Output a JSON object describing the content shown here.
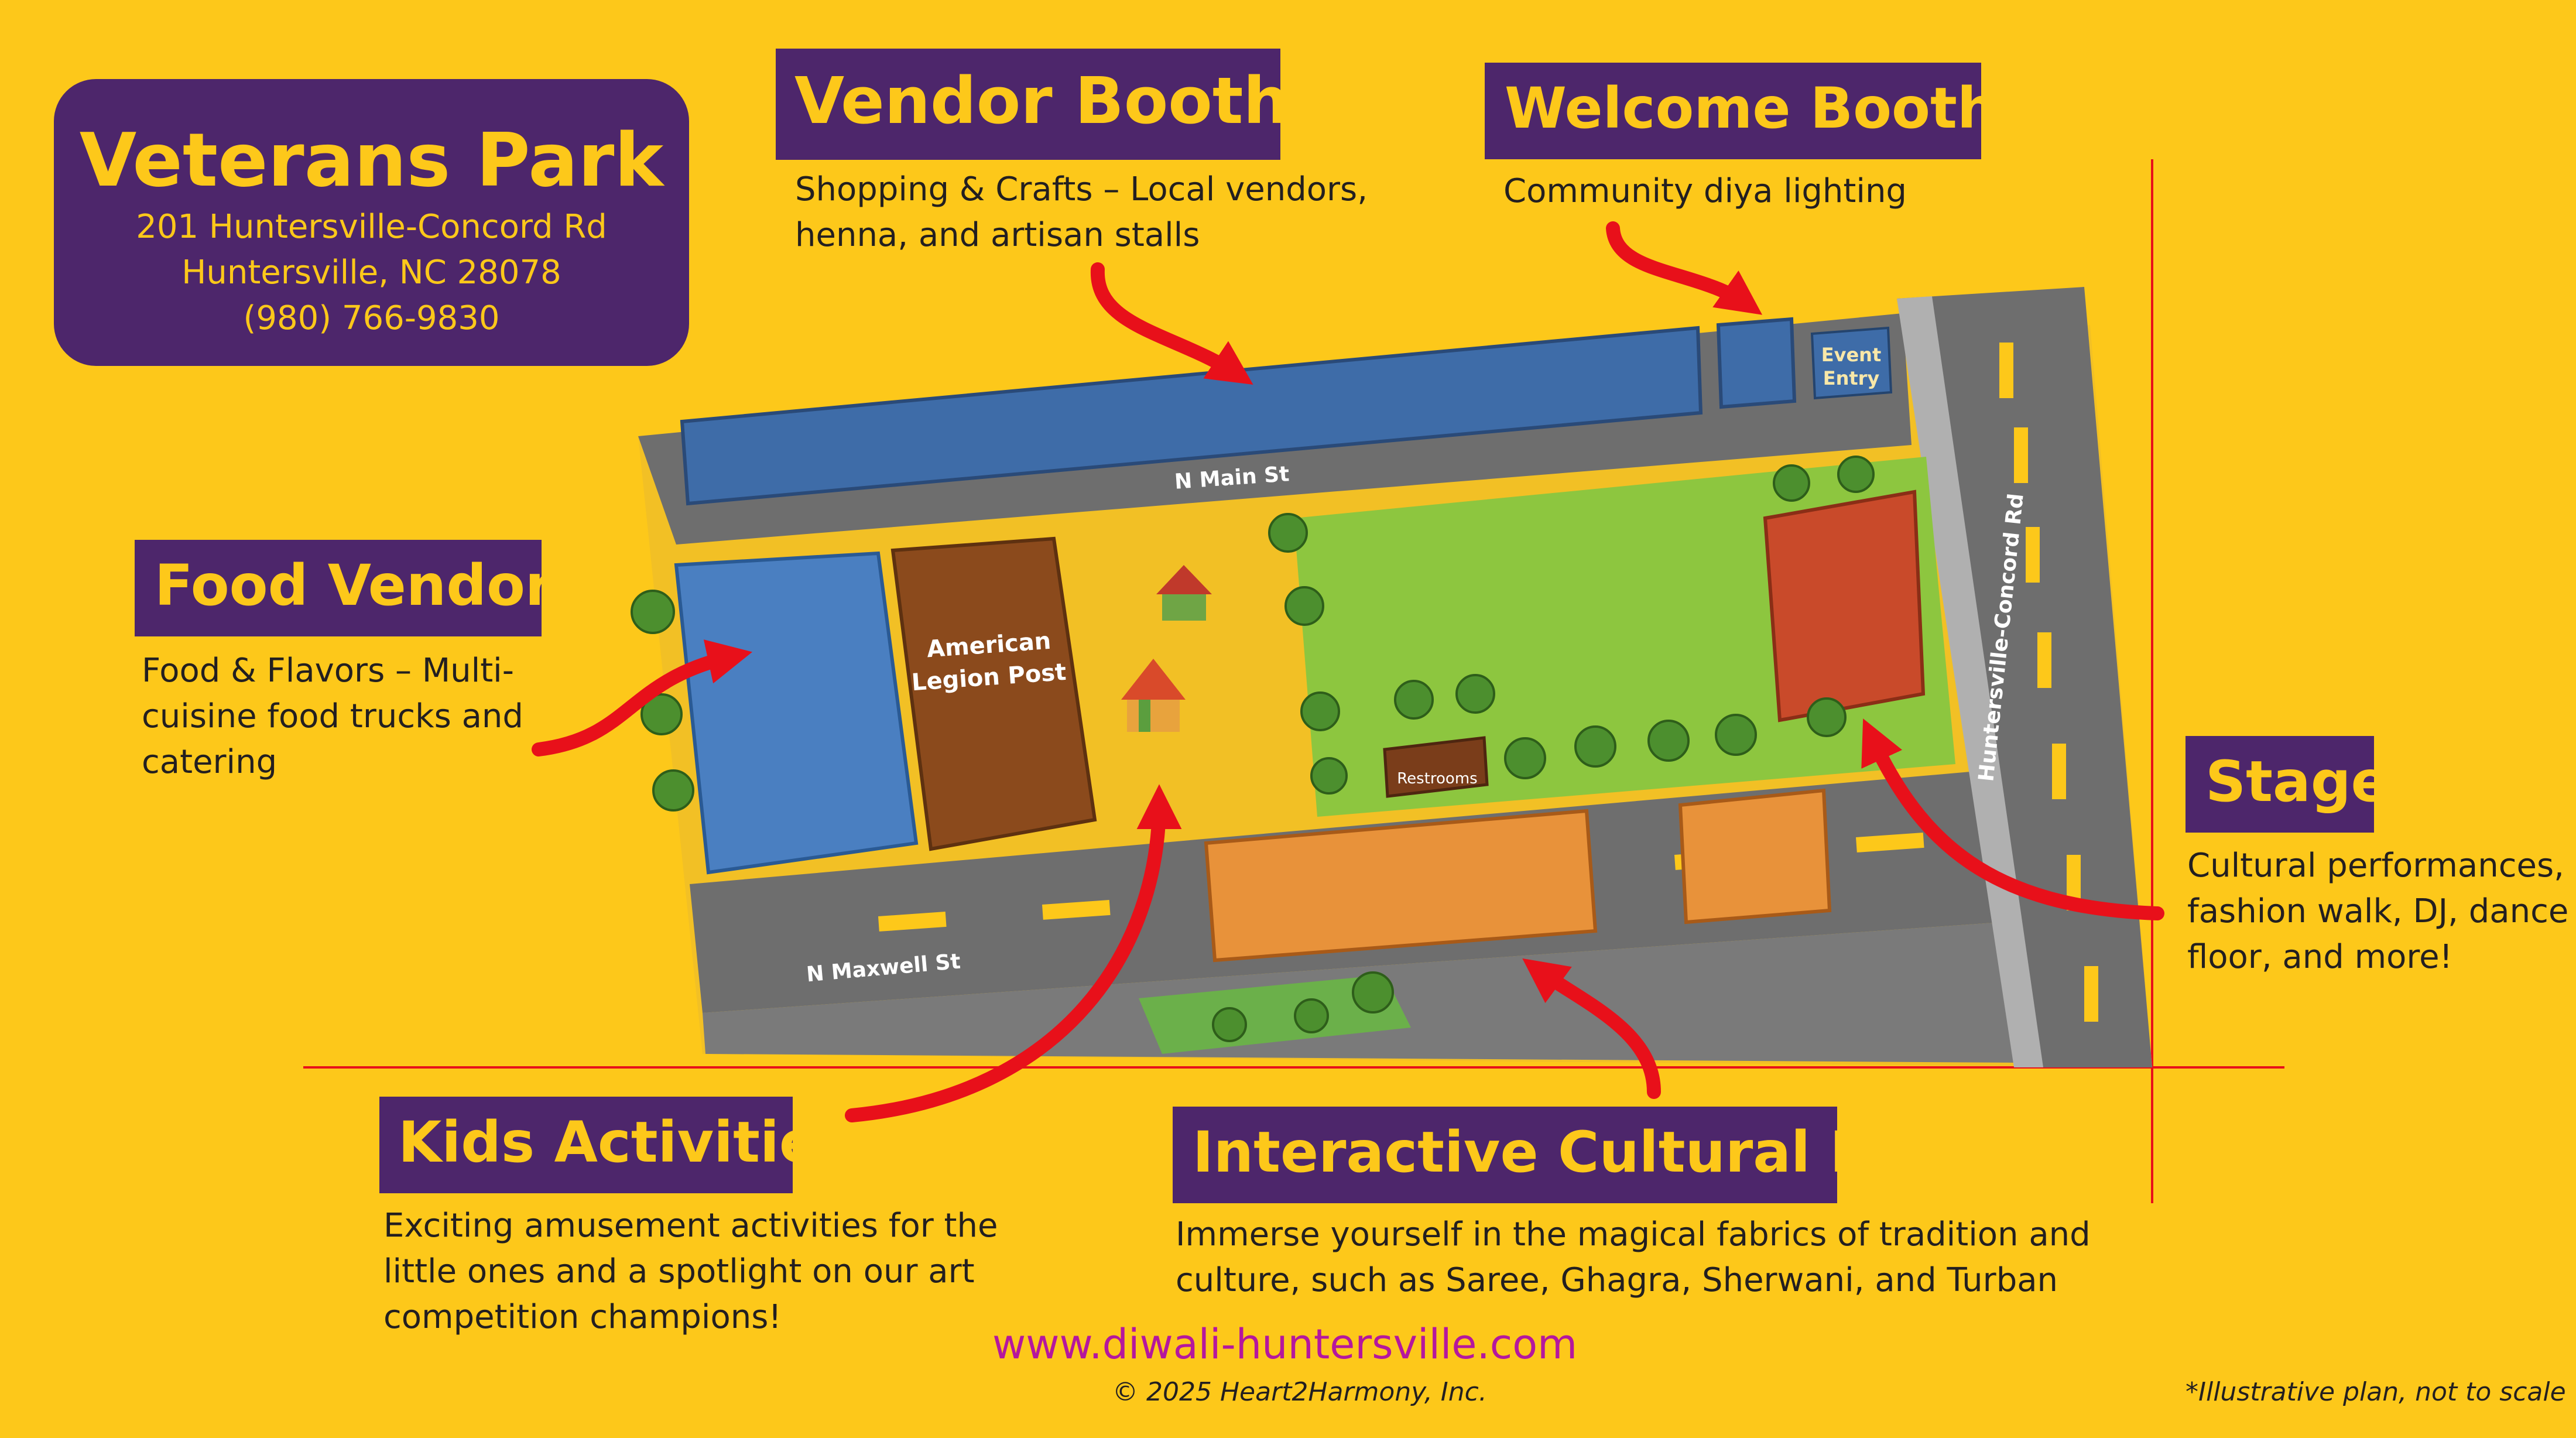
{
  "venue": {
    "name": "Veterans Park",
    "address_line1": "201 Huntersville-Concord Rd",
    "address_line2": "Huntersville, NC 28078",
    "phone": "(980) 766-9830"
  },
  "callouts": {
    "vendor_booths": {
      "title": "Vendor Booths",
      "desc": [
        "Shopping & Crafts – Local vendors,",
        "henna, and artisan stalls"
      ]
    },
    "welcome_booths": {
      "title": "Welcome Booths",
      "desc": [
        "Community diya lighting"
      ]
    },
    "food_vendors": {
      "title": "Food Vendors",
      "desc": [
        "Food & Flavors – Multi-",
        "cuisine food trucks and",
        "catering"
      ]
    },
    "stage": {
      "title": "Stage",
      "desc": [
        "Cultural performances,",
        "fashion walk, DJ, dance",
        "floor, and more!"
      ]
    },
    "kids_activities": {
      "title": "Kids Activities",
      "desc": [
        "Exciting amusement activities for the",
        "little ones and a spotlight on our art",
        "competition champions!"
      ]
    },
    "cultural_exp": {
      "title": "Interactive Cultural Exp",
      "desc": [
        "Immerse yourself in the magical fabrics of tradition and",
        "culture, such as Saree, Ghagra, Sherwani, and Turban"
      ]
    }
  },
  "map_labels": {
    "main_st": "N Main St",
    "maxwell_st": "N Maxwell St",
    "concord_rd": "Huntersville-Concord Rd",
    "american_legion_line1": "American",
    "american_legion_line2": "Legion Post",
    "restrooms": "Restrooms",
    "event_entry_line1": "Event",
    "event_entry_line2": "Entry"
  },
  "footer": {
    "website": "www.diwali-huntersville.com",
    "copyright": "© 2025 Heart2Harmony, Inc.",
    "disclaimer": "*Illustrative plan, not to scale"
  },
  "colors": {
    "background": "#FDC81A",
    "label_bg": "#4D266B",
    "label_text": "#FDC81A",
    "arrow": "#E8101A",
    "road": "#6E6E6E",
    "grass": "#8DC63F",
    "vendor_booth_blue": "#3E6CA8",
    "food_blue": "#4A7FC1",
    "legion_brown": "#8B4A1C",
    "cultural_orange": "#E8923A",
    "stage_red": "#C94A2A",
    "website": "#B5179E"
  }
}
